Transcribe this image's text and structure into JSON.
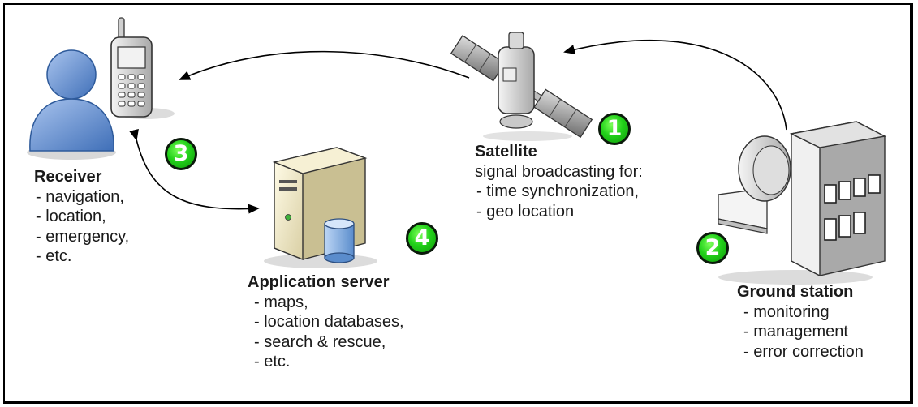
{
  "receiver": {
    "title": "Receiver",
    "items": [
      "- navigation,",
      "- location,",
      "- emergency,",
      "- etc."
    ]
  },
  "satellite": {
    "title": "Satellite",
    "subtitle": "signal broadcasting for:",
    "items": [
      "- time synchronization,",
      "- geo location"
    ]
  },
  "application_server": {
    "title": "Application server",
    "items": [
      "- maps,",
      "- location databases,",
      "- search & rescue,",
      "- etc."
    ]
  },
  "ground_station": {
    "title": "Ground station",
    "items": [
      "- monitoring",
      "- management",
      "- error correction"
    ]
  },
  "badges": {
    "satellite": "1",
    "ground_station": "2",
    "receiver": "3",
    "application_server": "4"
  },
  "icons": {
    "receiver": "person-icon",
    "phone": "mobile-phone-icon",
    "satellite": "satellite-icon",
    "server": "server-icon",
    "ground_station": "ground-station-icon"
  },
  "colors": {
    "badge_green": "#22d11a",
    "person_blue": "#5b86c9"
  }
}
